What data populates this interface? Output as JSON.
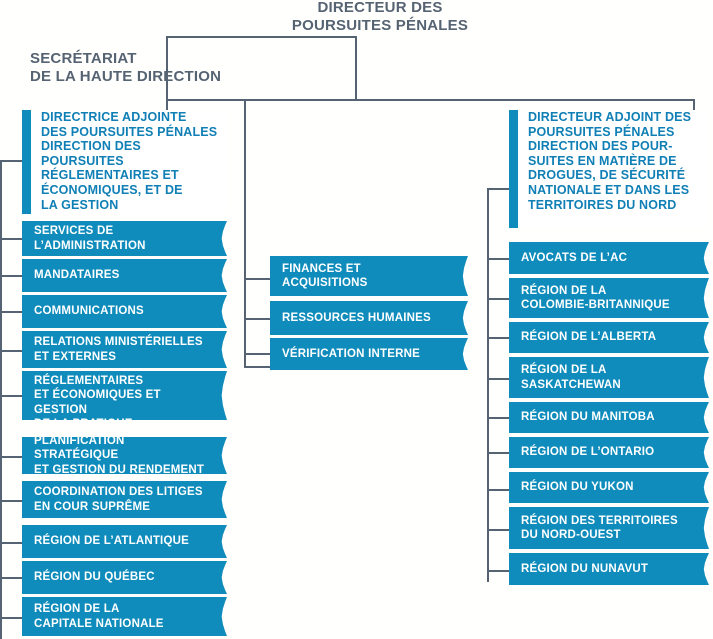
{
  "chart_title": "DIRECTEUR DES POURSUITES PÉNALES",
  "colors": {
    "accent_blue": "#0f8cbb",
    "header_text_blue": "#0f7fb5",
    "line_gray": "#566373",
    "box_text": "#ffffff",
    "background": "#fffffd"
  },
  "root": {
    "label": "DIRECTEUR DES\nPOURSUITES PÉNALES"
  },
  "secretariat": {
    "label": "SECRÉTARIAT\nDE LA HAUTE DIRECTION"
  },
  "left_branch": {
    "header": "DIRECTRICE ADJOINTE\nDES POURSUITES PÉNALES\nDIRECTION DES POURSUITES\nRÉGLEMENTAIRES ET\nÉCONOMIQUES, ET DE\nLA GESTION",
    "items": [
      {
        "label": "SERVICES DE\nL’ADMINISTRATION"
      },
      {
        "label": "MANDATAIRES"
      },
      {
        "label": "COMMUNICATIONS"
      },
      {
        "label": "RELATIONS MINISTÉRIELLES\nET EXTERNES"
      },
      {
        "label": "POURSUITES RÉGLEMENTAIRES\nET ÉCONOMIQUES ET GESTION\nDE LA PRATIQUE"
      },
      {
        "label": "PLANIFICATION STRATÉGIQUE\nET GESTION DU RENDEMENT"
      },
      {
        "label": "COORDINATION DES LITIGES\nEN COUR SUPRÊME"
      },
      {
        "label": "RÉGION DE L’ATLANTIQUE"
      },
      {
        "label": "RÉGION DU QUÉBEC"
      },
      {
        "label": "RÉGION DE LA\nCAPITALE NATIONALE"
      }
    ]
  },
  "middle_branch": {
    "items": [
      {
        "label": "FINANCES ET\nACQUISITIONS"
      },
      {
        "label": "RESSOURCES HUMAINES"
      },
      {
        "label": "VÉRIFICATION INTERNE"
      }
    ]
  },
  "right_branch": {
    "header": "DIRECTEUR ADJOINT DES\nPOURSUITES PÉNALES\nDIRECTION DES POUR-\nSUITES EN MATIÈRE DE\nDROGUES, DE SÉCURITÉ\nNATIONALE ET DANS LES\nTERRITOIRES DU NORD",
    "items": [
      {
        "label": "AVOCATS DE L’AC"
      },
      {
        "label": "RÉGION DE LA\nCOLOMBIE-BRITANNIQUE"
      },
      {
        "label": "RÉGION DE L’ALBERTA"
      },
      {
        "label": "RÉGION DE LA\nSASKATCHEWAN"
      },
      {
        "label": "RÉGION DU MANITOBA"
      },
      {
        "label": "RÉGION DE L’ONTARIO"
      },
      {
        "label": "RÉGION DU YUKON"
      },
      {
        "label": "RÉGION DES TERRITOIRES\nDU NORD-OUEST"
      },
      {
        "label": "RÉGION DU NUNAVUT"
      }
    ]
  }
}
